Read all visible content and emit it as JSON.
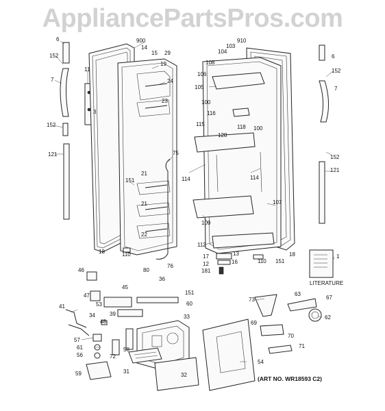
{
  "watermark": "AppliancePartsPros.com",
  "art_number": "(ART NO. WR18593 C2)",
  "literature_label": "LITERATURE",
  "callouts": {
    "c6a": "6",
    "c152a": "152",
    "c7a": "7",
    "c11": "11",
    "c3": "3",
    "c152b": "152",
    "c121a": "121",
    "c900": "900",
    "c14": "14",
    "c15": "15",
    "c29": "29",
    "c19": "19",
    "c24": "24",
    "c23": "23",
    "c75": "75",
    "c151a": "151",
    "c21a": "21",
    "c21b": "21",
    "c22": "22",
    "c18a": "18",
    "c110a": "110",
    "c76": "76",
    "c80": "80",
    "c910": "910",
    "c103": "103",
    "c104": "104",
    "c108": "108",
    "c106": "106",
    "c105": "105",
    "c100a": "100",
    "c116": "116",
    "c115": "115",
    "c118": "118",
    "c100b": "100",
    "c128": "128",
    "c114a": "114",
    "c114b": "114",
    "c107": "107",
    "c109": "109",
    "c112": "112",
    "c18b": "18",
    "c151b": "151",
    "c110b": "110",
    "c6b": "6",
    "c152c": "152",
    "c7b": "7",
    "c152d": "152",
    "c121b": "121",
    "c1": "1",
    "c17": "17",
    "c13": "13",
    "c12": "12",
    "c16": "16",
    "c181": "181",
    "c46": "46",
    "c45": "45",
    "c36": "36",
    "c47": "47",
    "c53": "53",
    "c151c": "151",
    "c60": "60",
    "c41": "41",
    "c34": "34",
    "c39": "39",
    "c33": "33",
    "c48": "48",
    "c57": "57",
    "c61": "61",
    "c56": "56",
    "c58": "58",
    "c72": "72",
    "c31": "31",
    "c32": "32",
    "c59": "59",
    "c54": "54",
    "c73": "73",
    "c63": "63",
    "c67": "67",
    "c69": "69",
    "c62": "62",
    "c70": "70",
    "c71": "71"
  }
}
